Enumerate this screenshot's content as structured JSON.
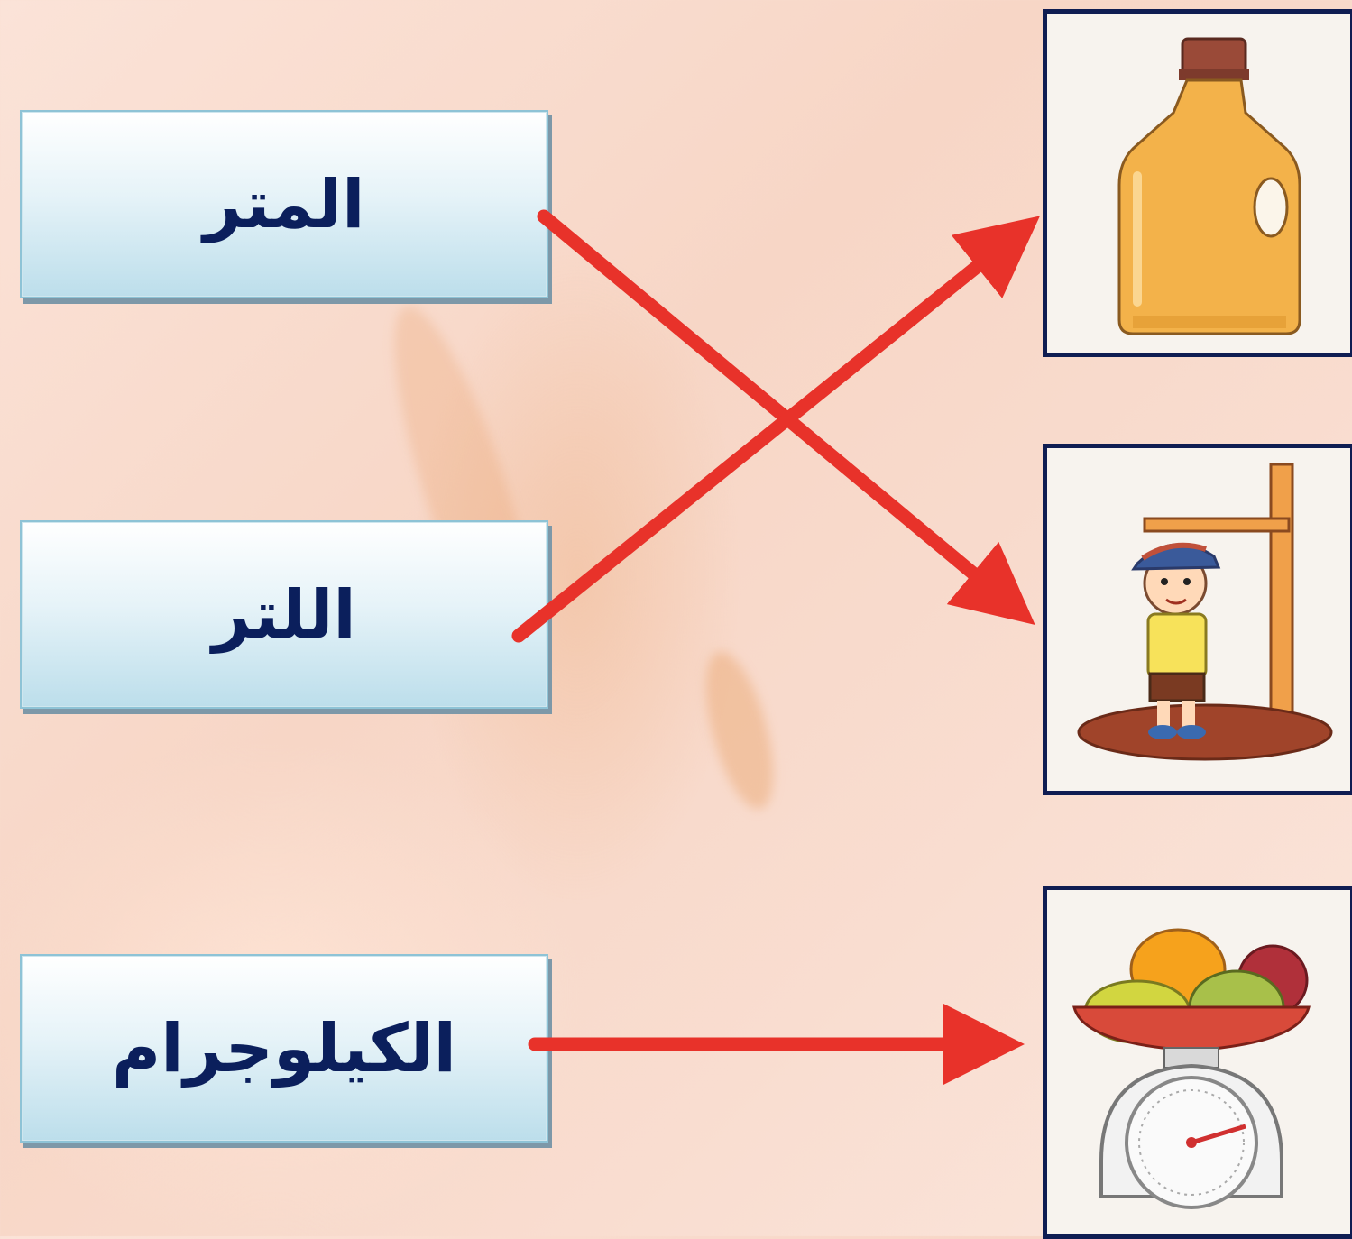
{
  "words": [
    {
      "label": "المتر"
    },
    {
      "label": "اللتر"
    },
    {
      "label": "الكيلوجرام"
    }
  ],
  "pictures": [
    {
      "icon": "juice-bottle-icon"
    },
    {
      "icon": "height-measure-icon"
    },
    {
      "icon": "fruit-scale-icon"
    }
  ],
  "colors": {
    "arrow": "#e8322a",
    "text": "#0b1f5c",
    "frame": "#0f1d52"
  }
}
